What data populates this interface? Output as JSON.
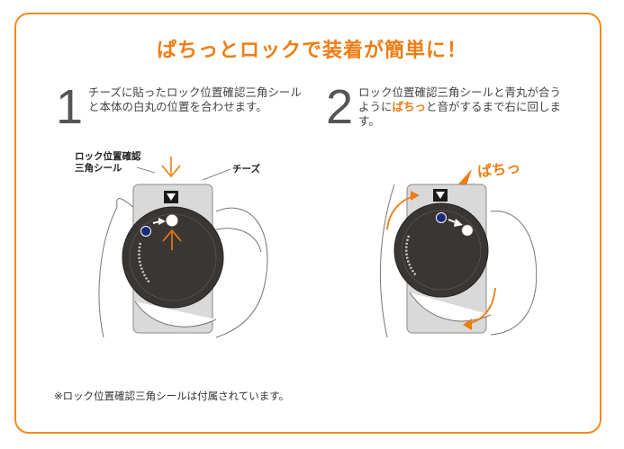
{
  "title": "ぱちっとロックで装着が簡単に！",
  "steps": [
    {
      "number": "1",
      "text": "チーズに貼ったロック位置確認三角シールと本体の白丸の位置を合わせます。",
      "labels": {
        "sticker_line1": "ロック位置確認",
        "sticker_line2": "三角シール",
        "cheese": "チーズ"
      }
    },
    {
      "number": "2",
      "text_before": "ロック位置確認三角シールと青丸が合うように",
      "text_highlight": "ぱちっ",
      "text_after": "と音がするまで右に回します。",
      "sound_label": "ぱちっ"
    }
  ],
  "footnote": "※ロック位置確認三角シールは付属されています。",
  "colors": {
    "accent": "#ef7d12",
    "border": "#f08a1c",
    "device": "#3a3634",
    "blue_dot": "#1c2a7a"
  },
  "icons": [
    "down-triangle-sticker-icon",
    "white-dot-icon",
    "blue-dot-icon",
    "rotate-arrow-icon",
    "down-arrow-icon",
    "up-arrow-icon"
  ]
}
